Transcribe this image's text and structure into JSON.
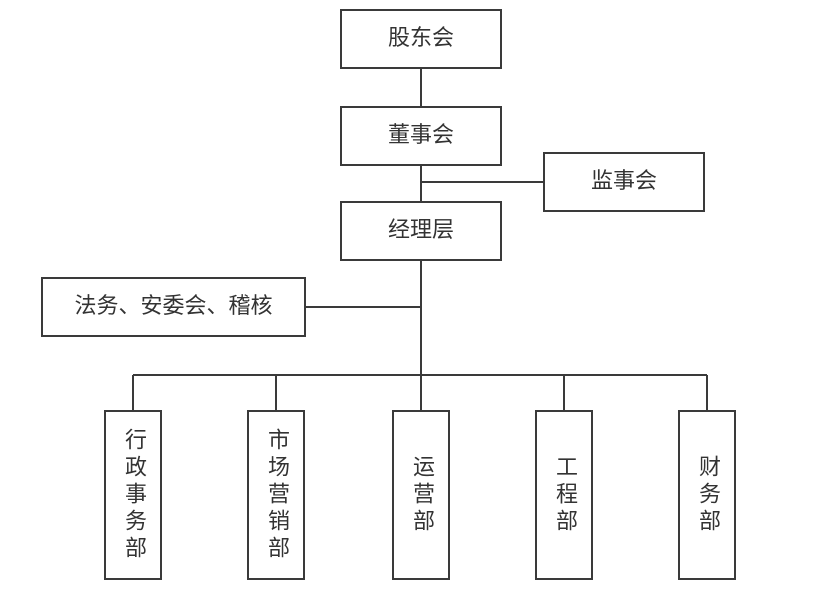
{
  "org": {
    "shareholders": {
      "label": "股东会"
    },
    "board": {
      "label": "董事会"
    },
    "supervisory": {
      "label": "监事会"
    },
    "management": {
      "label": "经理层"
    },
    "support": {
      "label": "法务、安委会、稽核"
    },
    "departments": [
      {
        "label": "行政事务部"
      },
      {
        "label": "市场营销部"
      },
      {
        "label": "运营部"
      },
      {
        "label": "工程部"
      },
      {
        "label": "财务部"
      }
    ]
  },
  "colors": {
    "background": "#ffffff",
    "border": "#3a3a3a",
    "text": "#333333"
  }
}
